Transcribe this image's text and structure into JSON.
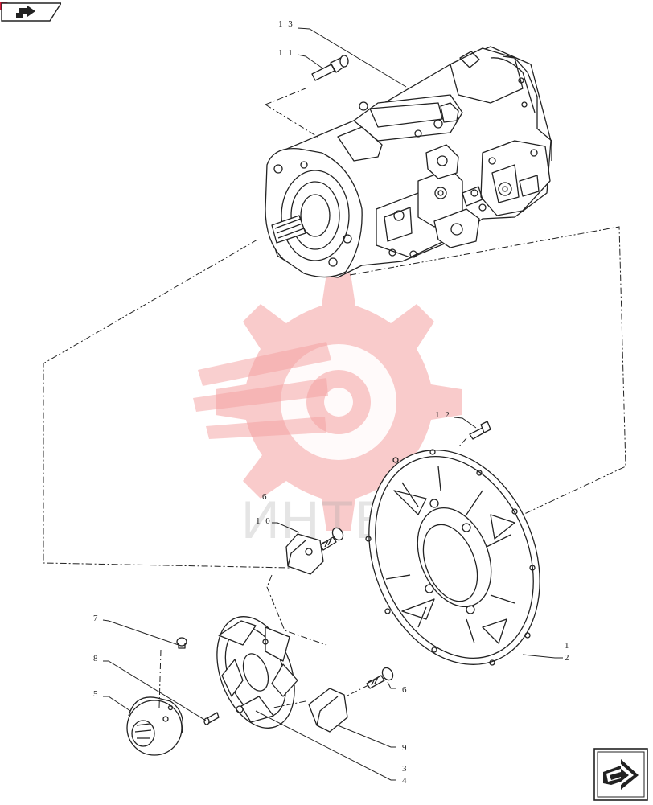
{
  "callouts": [
    {
      "id": "13",
      "label": "1 3"
    },
    {
      "id": "11",
      "label": "1 1"
    },
    {
      "id": "12",
      "label": "1 2"
    },
    {
      "id": "6a",
      "label": "6"
    },
    {
      "id": "10",
      "label": "1 0"
    },
    {
      "id": "7",
      "label": "7"
    },
    {
      "id": "8",
      "label": "8"
    },
    {
      "id": "5",
      "label": "5"
    },
    {
      "id": "1",
      "label": "1"
    },
    {
      "id": "2",
      "label": "2"
    },
    {
      "id": "6b",
      "label": "6"
    },
    {
      "id": "9",
      "label": "9"
    },
    {
      "id": "3",
      "label": "3"
    },
    {
      "id": "4",
      "label": "4"
    }
  ],
  "watermark": {
    "text": "ИНТЕХ"
  },
  "colors": {
    "line": "#222222",
    "watermark": "#f4a0a0",
    "badge": "#d81b3c"
  },
  "icons": {
    "nav": "back-arrow-icon",
    "next": "next-page-arrow-icon"
  }
}
